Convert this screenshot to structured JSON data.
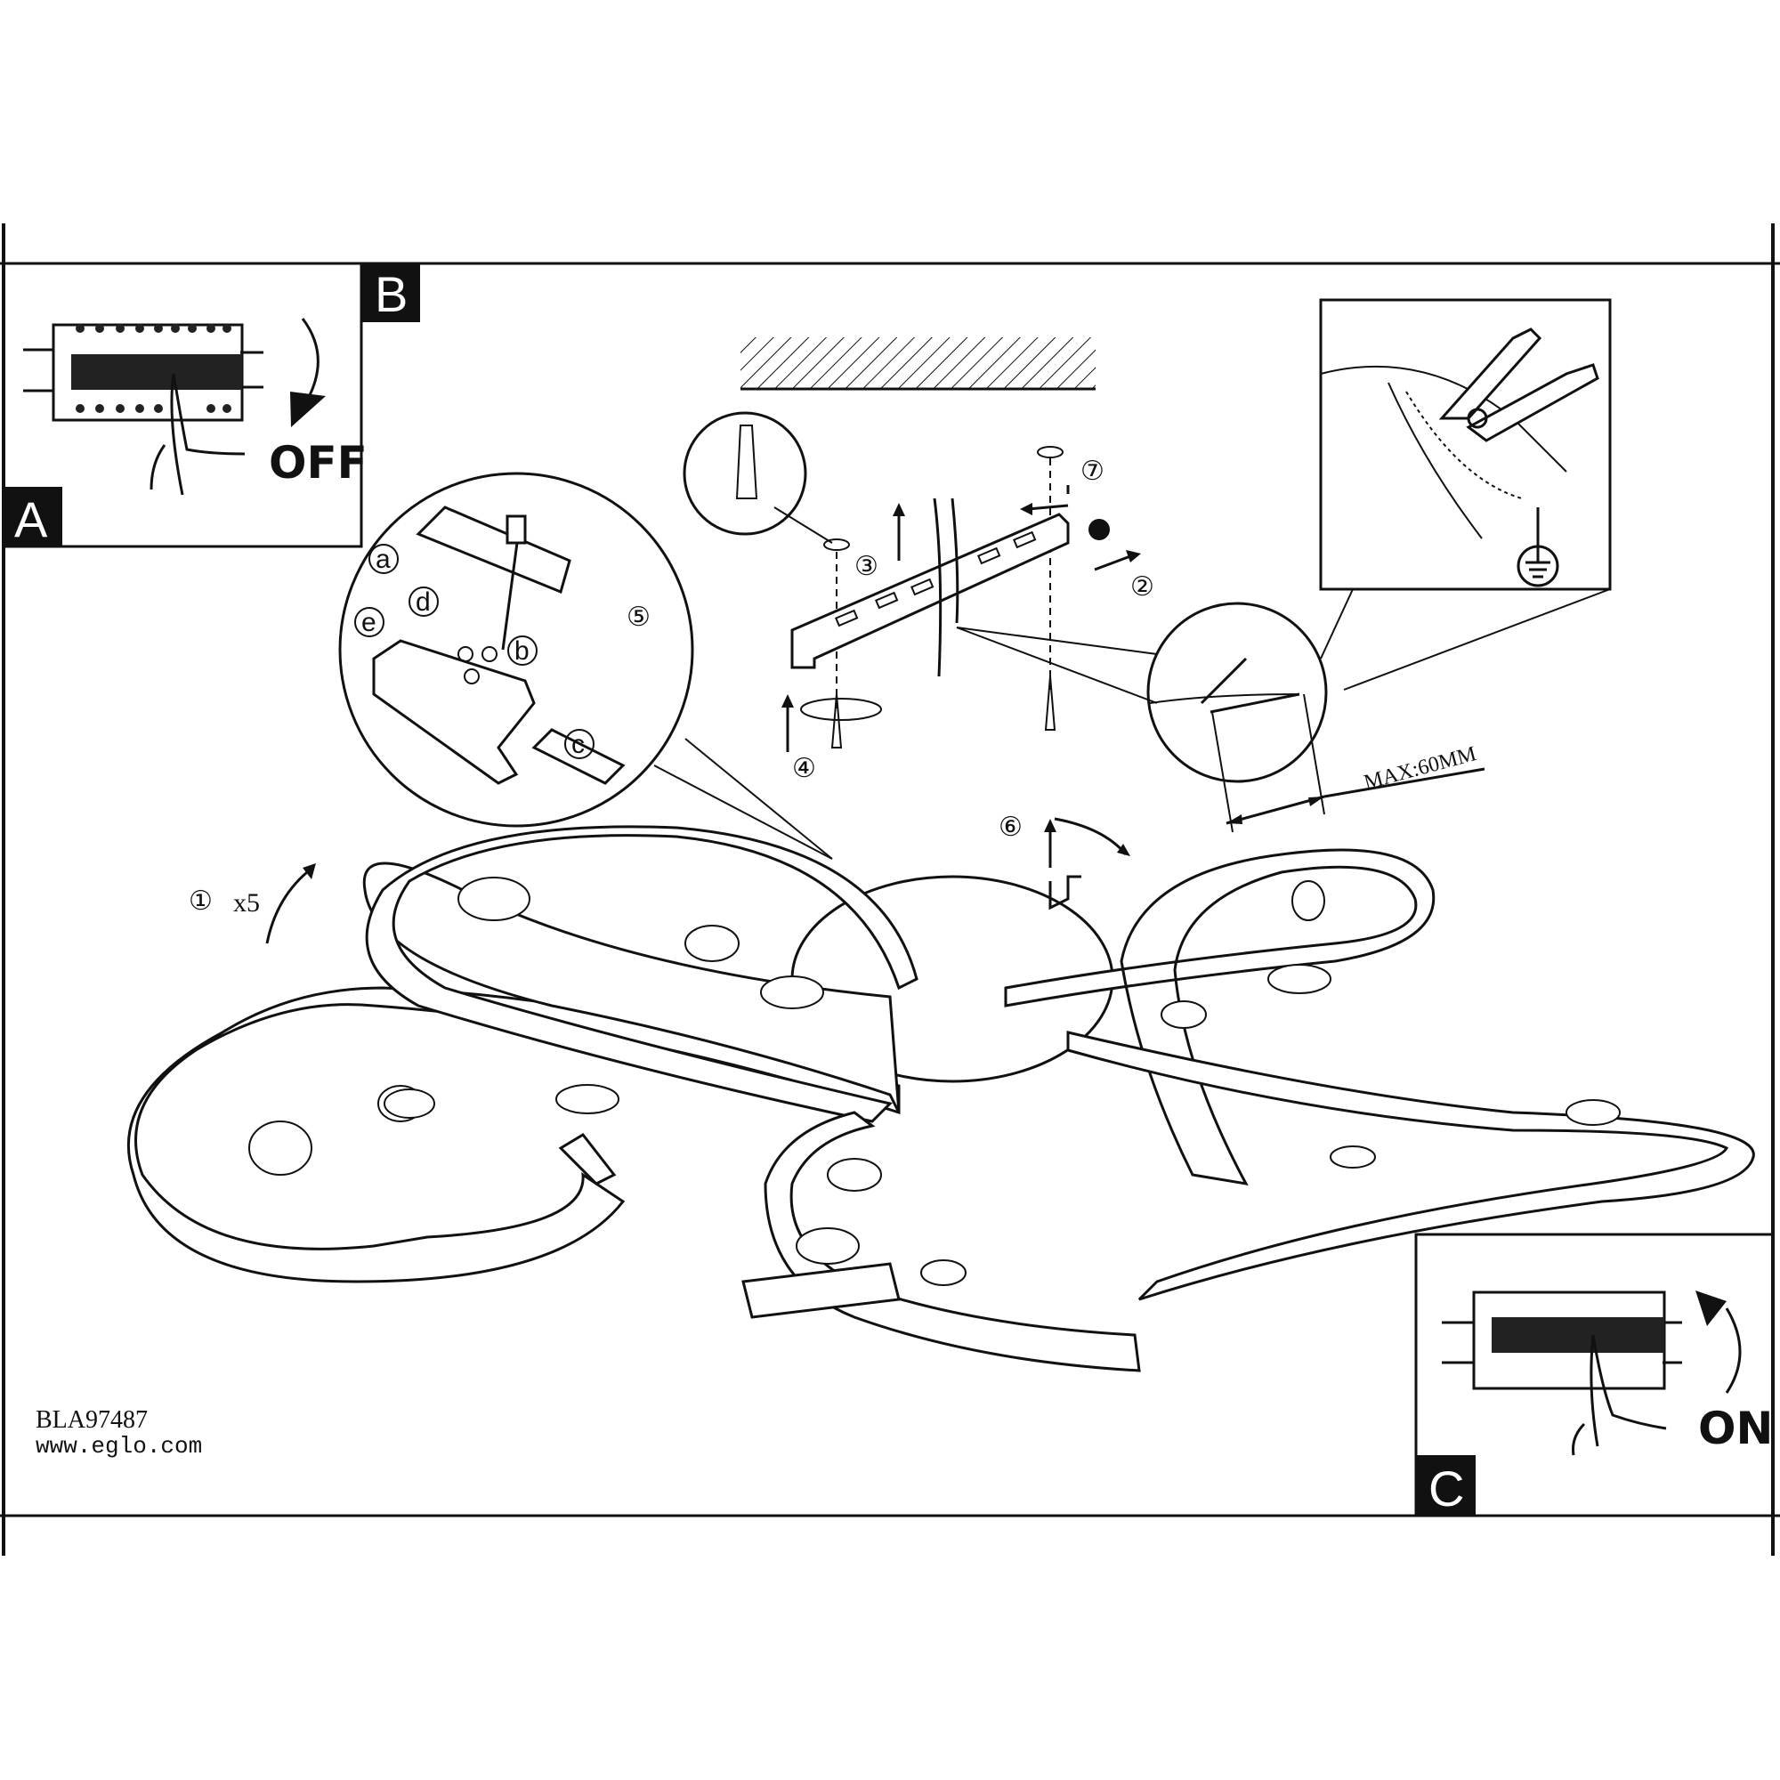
{
  "panels": {
    "a": {
      "letter": "A",
      "switch_text": "OFF"
    },
    "b": {
      "letter": "B"
    },
    "c": {
      "letter": "C",
      "switch_text": "ON"
    }
  },
  "steps": {
    "s1": "①",
    "s1_qty": "x5",
    "s2": "②",
    "s3": "③",
    "s4": "④",
    "s5": "⑤",
    "s6": "⑥",
    "s7": "⑦"
  },
  "detail_letters": {
    "a": "a",
    "b": "b",
    "c": "c",
    "d": "d",
    "e": "e"
  },
  "dimension": "MAX:60MM",
  "footer": {
    "model": "BLA97487",
    "website": "www.eglo.com"
  },
  "colors": {
    "ink": "#111111",
    "paper": "#ffffff"
  }
}
